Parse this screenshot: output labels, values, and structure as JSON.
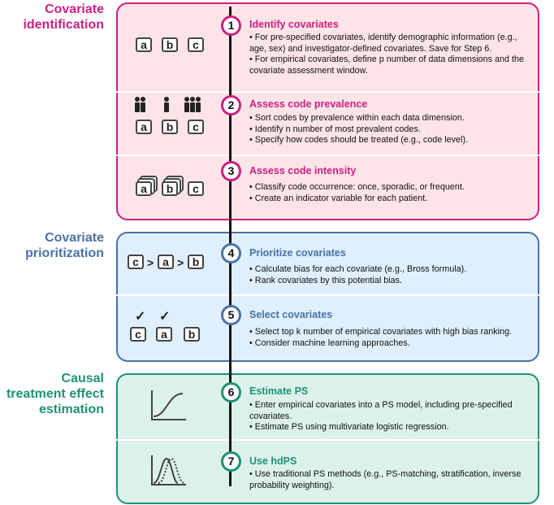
{
  "phases": {
    "identification": {
      "line1": "Covariate",
      "line2": "identification"
    },
    "prioritization": {
      "line1": "Covariate",
      "line2": "prioritization"
    },
    "estimation": {
      "line1": "Causal",
      "line2": "treatment effect",
      "line3": "estimation"
    }
  },
  "letters": {
    "a": "a",
    "b": "b",
    "c": "c",
    "gt": ">",
    "check": "✓",
    "people": "👤"
  },
  "steps": [
    {
      "num": "1",
      "title": "Identify covariates",
      "bullets": [
        "For pre-specified covariates, identify demographic information (e.g., age, sex) and investigator-defined covariates. Save for Step 6.",
        "For empirical covariates, define p number of data dimensions and the covariate assessment window."
      ]
    },
    {
      "num": "2",
      "title": "Assess code prevalence",
      "bullets": [
        "Sort codes by prevalence within each data dimension.",
        "Identify n number of most prevalent codes.",
        "Specify how codes should be treated (e.g., code level)."
      ]
    },
    {
      "num": "3",
      "title": "Assess code intensity",
      "bullets": [
        "Classify code occurrence: once, sporadic, or frequent.",
        "Create an indicator variable for each patient."
      ]
    },
    {
      "num": "4",
      "title": "Prioritize covariates",
      "bullets": [
        "Calculate bias for each covariate (e.g., Bross formula).",
        "Rank covariates by this potential bias."
      ]
    },
    {
      "num": "5",
      "title": "Select covariates",
      "bullets": [
        "Select top k number of empirical covariates with high bias ranking.",
        "Consider machine learning approaches."
      ]
    },
    {
      "num": "6",
      "title": "Estimate PS",
      "bullets": [
        "Enter empirical covariates into a PS model, including pre-specified covariates.",
        "Estimate PS using multivariate logistic regression."
      ]
    },
    {
      "num": "7",
      "title": "Use hdPS",
      "bullets": [
        "Use traditional PS methods (e.g., PS-matching, stratification, inverse probability weighting)."
      ]
    }
  ],
  "colors": {
    "pink": "#cc1f86",
    "blue": "#4a72a8",
    "green": "#1d9276"
  }
}
